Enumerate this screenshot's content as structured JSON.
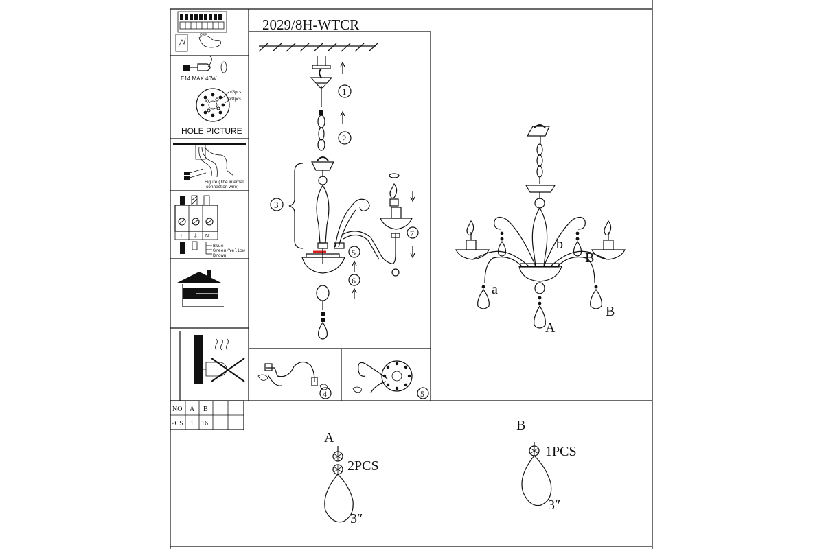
{
  "model": "2029/8H-WTCR",
  "side_panel": {
    "bulb_label": "E14  MAX     40W",
    "hole_legend_b": "b/8pcs",
    "hole_legend_a": "a/8pcs",
    "hole_picture_title": "HOLE PICTURE",
    "connection_caption_line1": "Figure:(The internal",
    "connection_caption_line2": "connection wire)",
    "terminal_L": "L",
    "terminal_ground": "⏚",
    "terminal_N": "N",
    "wire_blue": "Blue",
    "wire_green_yellow": "Green/Yellow",
    "wire_brown": "Brown",
    "switch_off_label": "OFF"
  },
  "assembly_steps": {
    "s1": "1",
    "s2": "2",
    "s3": "3",
    "s4": "4",
    "s5": "5",
    "s6": "6",
    "s7": "7"
  },
  "product_labels": {
    "a": "a",
    "b": "b",
    "B_right": "B",
    "B_lower": "B",
    "A": "A"
  },
  "parts_table": {
    "headers": [
      "NO",
      "A",
      "B",
      "",
      ""
    ],
    "row_label": "PCS",
    "row_values": [
      "1",
      "16",
      "",
      ""
    ]
  },
  "crystal_A": {
    "title": "A",
    "qty": "2PCS",
    "size": "3″"
  },
  "crystal_B": {
    "title": "B",
    "qty": "1PCS",
    "size": "3″"
  }
}
